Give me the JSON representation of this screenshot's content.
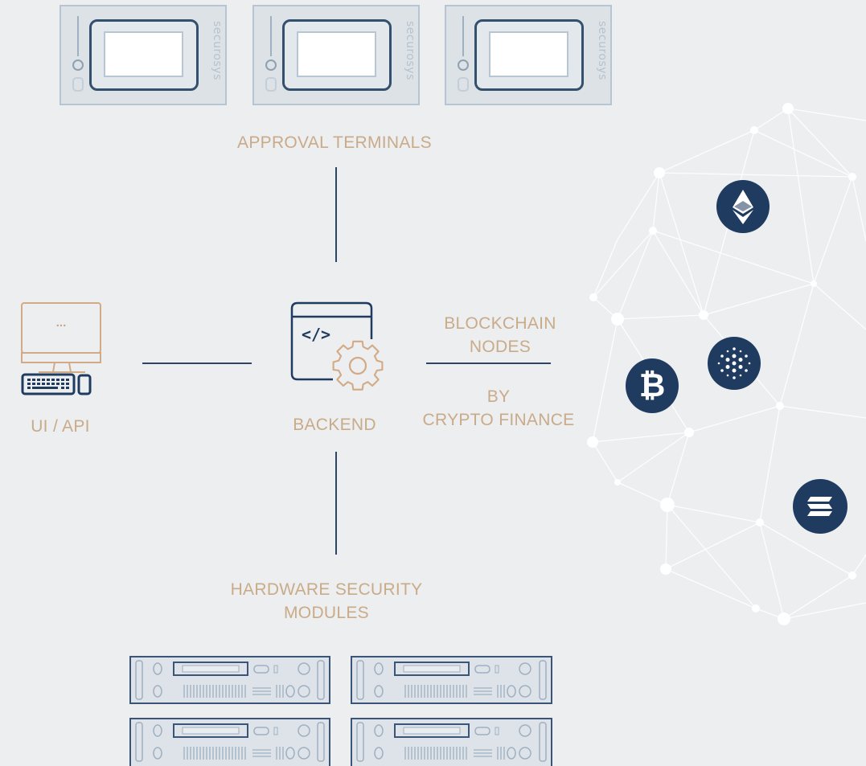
{
  "terminals": {
    "label": "APPROVAL TERMINALS",
    "brand": "securosys",
    "count": 3
  },
  "client": {
    "label": "UI / API",
    "screen_text": "..."
  },
  "backend": {
    "label": "BACKEND",
    "code_text": "</>"
  },
  "blockchain": {
    "label_line1": "BLOCKCHAIN",
    "label_line2": "NODES",
    "provider_line1": "BY",
    "provider_line2": "CRYPTO FINANCE"
  },
  "hsm": {
    "label_line1": "HARDWARE SECURITY",
    "label_line2": "MODULES",
    "count": 4
  },
  "coins": [
    {
      "name": "ethereum",
      "icon": "ethereum-icon"
    },
    {
      "name": "cardano",
      "icon": "cardano-icon"
    },
    {
      "name": "bitcoin",
      "icon": "bitcoin-icon",
      "symbol": "₿"
    },
    {
      "name": "solana",
      "icon": "solana-icon"
    }
  ],
  "colors": {
    "navy": "#1f3b60",
    "tan": "#c9ab8a",
    "background": "#eceeef"
  }
}
